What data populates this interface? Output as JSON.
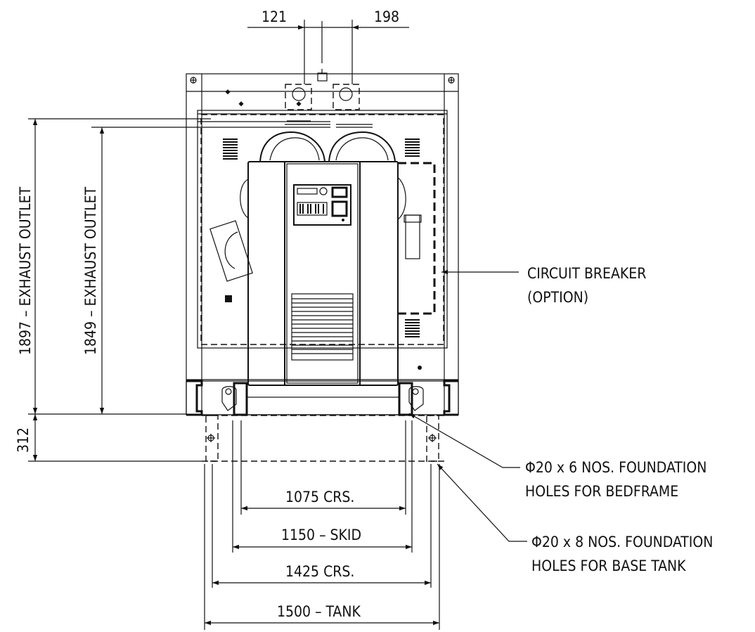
{
  "dimensions": {
    "top_left": "121",
    "top_right": "198",
    "height_outer": "1897 – EXHAUST OUTLET",
    "height_inner": "1849 – EXHAUST OUTLET",
    "base": "312",
    "crs_1075": "1075 CRS.",
    "skid_1150": "1150 – SKID",
    "crs_1425": "1425 CRS.",
    "tank_1500": "1500 – TANK"
  },
  "callouts": {
    "breaker_line1": "CIRCUIT BREAKER",
    "breaker_line2": "(OPTION)",
    "bedframe_line1": "Φ20 x 6 NOS. FOUNDATION",
    "bedframe_line2": "HOLES FOR BEDFRAME",
    "basetank_line1": "Φ20 x 8 NOS. FOUNDATION",
    "basetank_line2": "HOLES FOR BASE TANK"
  }
}
